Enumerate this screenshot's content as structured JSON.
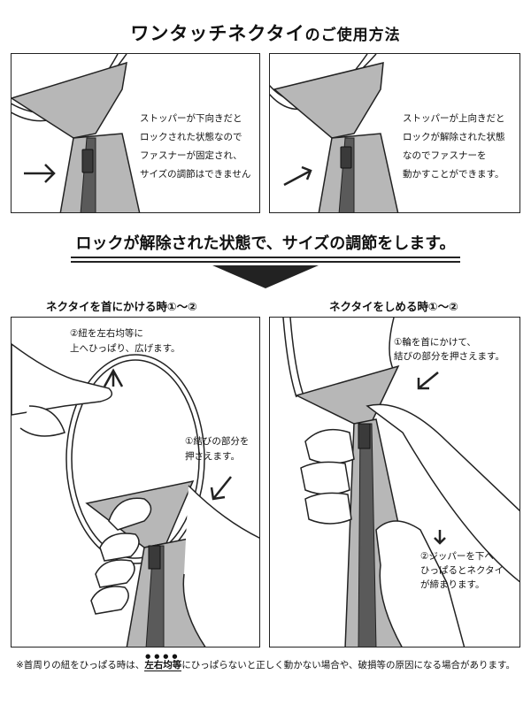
{
  "title": {
    "main": "ワンタッチネクタイ",
    "suffix": "のご使用方法"
  },
  "panel_locked": {
    "lines": [
      "ストッパーが下向きだと",
      "ロックされた状態なので",
      "ファスナーが固定され、",
      "サイズの調節はできません"
    ]
  },
  "panel_unlocked": {
    "lines": [
      "ストッパーが上向きだと",
      "ロックが解除された状態",
      "なのでファスナーを",
      "動かすことができます。"
    ]
  },
  "banner": "ロックが解除された状態で、サイズの調節をします。",
  "section_wear": {
    "heading": "ネクタイを首にかける時①～②",
    "step2": [
      "②紐を左右均等に",
      "上へひっぱり、広げます。"
    ],
    "step1": [
      "①結びの部分を",
      "押さえます。"
    ]
  },
  "section_tighten": {
    "heading": "ネクタイをしめる時①～②",
    "step1": [
      "①輪を首にかけて、",
      "結びの部分を押さえます。"
    ],
    "step2": [
      "②ジッパーを下へ",
      "ひっぱるとネクタイ",
      "が締まります。"
    ]
  },
  "footnote": {
    "prefix": "※首周りの紐をひっぱる時は、",
    "emphasis": "左右均等",
    "suffix": "にひっぱらないと正しく動かない場合や、破損等の原因になる場合があります。"
  },
  "colors": {
    "tie_fill": "#b7b7b7",
    "zipper": "#5a5a5a",
    "line": "#222222"
  }
}
